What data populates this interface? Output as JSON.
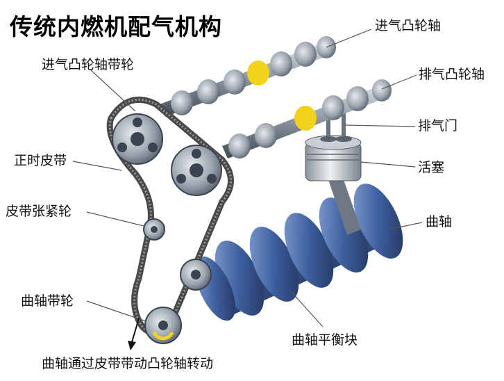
{
  "title": "传统内燃机配气机构",
  "labels": {
    "intake_camshaft": "进气凸轮轴",
    "intake_cam_pulley": "进气凸轮轴带轮",
    "exhaust_camshaft": "排气凸轮轴",
    "exhaust_valve": "排气门",
    "timing_belt": "正时皮带",
    "piston": "活塞",
    "belt_tensioner": "皮带张紧轮",
    "crankshaft": "曲轴",
    "crank_pulley": "曲轴带轮",
    "crank_counterweight": "曲轴平衡块",
    "caption": "曲轴通过皮带带动凸轮轴转动"
  },
  "colors": {
    "metal_dark": "#3a4450",
    "metal_mid": "#7d8794",
    "metal_light": "#c9d0d8",
    "crank_blue": "#3d5f9e",
    "belt": "#4a4a4a",
    "cam_lobe_yellow": "#f2d21b",
    "arrow": "#111111"
  }
}
